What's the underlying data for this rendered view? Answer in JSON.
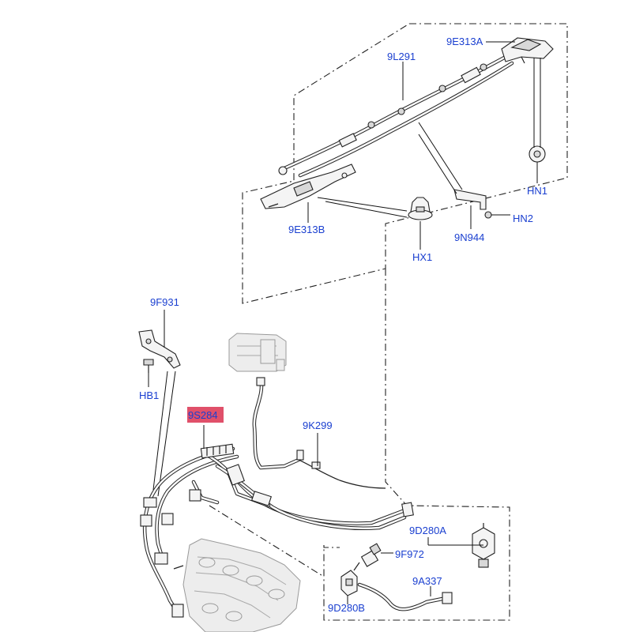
{
  "labels": {
    "p9E313A": "9E313A",
    "p9L291": "9L291",
    "pHN1": "HN1",
    "pHN2": "HN2",
    "p9N944": "9N944",
    "pHX1": "HX1",
    "p9E313B": "9E313B",
    "p9F931": "9F931",
    "pHB1": "HB1",
    "p9S284": "9S284",
    "p9K299": "9K299",
    "p9D280A": "9D280A",
    "p9F972": "9F972",
    "p9A337": "9A337",
    "p9D280B": "9D280B"
  },
  "colors": {
    "label_text": "#1a3fd0",
    "highlight": "#e0506a",
    "linework": "#222222"
  },
  "highlighted_part": "9S284"
}
